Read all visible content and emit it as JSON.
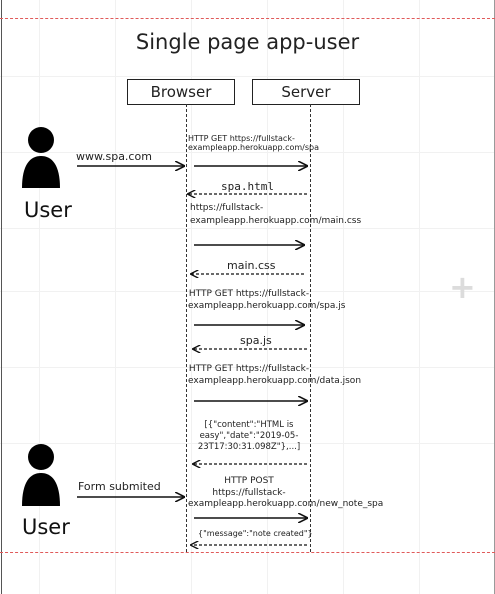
{
  "title": "Single page app-user",
  "participants": {
    "browser": "Browser",
    "server": "Server"
  },
  "actors": [
    {
      "label": "User",
      "action": "www.spa.com"
    },
    {
      "label": "User",
      "action": "Form submited"
    }
  ],
  "messages": [
    {
      "text": "HTTP GET https://fullstack-exampleapp.herokuapp.com/spa",
      "direction": "to-server"
    },
    {
      "text": "spa.html",
      "direction": "to-browser"
    },
    {
      "text": "https://fullstack-exampleapp.herokuapp.com/main.css",
      "direction": "to-server"
    },
    {
      "text": "main.css",
      "direction": "to-browser"
    },
    {
      "text": "HTTP GET https://fullstack-exampleapp.herokuapp.com/spa.js",
      "direction": "to-server"
    },
    {
      "text": "spa.js",
      "direction": "to-browser"
    },
    {
      "text": "HTTP GET https://fullstack-exampleapp.herokuapp.com/data.json",
      "direction": "to-server"
    },
    {
      "text": "[{\"content\":\"HTML is easy\",\"date\":\"2019-05-23T17:30:31.098Z\"},...]",
      "direction": "to-browser"
    },
    {
      "text": "HTTP POST https://fullstack-exampleapp.herokuapp.com/new_note_spa",
      "direction": "to-server"
    },
    {
      "text": "{\"message\":\"note created\"}",
      "direction": "to-browser"
    }
  ],
  "colors": {
    "page_break": "#e05a5a",
    "line": "#111111"
  },
  "icons": {
    "actor": "person-icon",
    "canvas_add": "plus-icon"
  }
}
